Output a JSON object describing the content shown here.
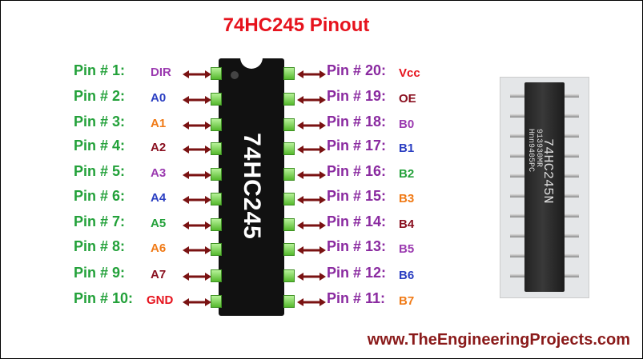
{
  "title": "74HC245 Pinout",
  "chip_label": "74HC245",
  "left_pins": [
    {
      "label": "Pin # 1:",
      "fn": "DIR",
      "color": "#9b3ab0"
    },
    {
      "label": "Pin # 2:",
      "fn": "A0",
      "color": "#2b3fc2"
    },
    {
      "label": "Pin # 3:",
      "fn": "A1",
      "color": "#f07a16"
    },
    {
      "label": "Pin # 4:",
      "fn": "A2",
      "color": "#8a1020"
    },
    {
      "label": "Pin # 5:",
      "fn": "A3",
      "color": "#9b3ab0"
    },
    {
      "label": "Pin # 6:",
      "fn": "A4",
      "color": "#2b3fc2"
    },
    {
      "label": "Pin # 7:",
      "fn": "A5",
      "color": "#23a13a"
    },
    {
      "label": "Pin # 8:",
      "fn": "A6",
      "color": "#f07a16"
    },
    {
      "label": "Pin # 9:",
      "fn": "A7",
      "color": "#8a1020"
    },
    {
      "label": "Pin # 10:",
      "fn": "GND",
      "color": "#e6131d"
    }
  ],
  "right_pins": [
    {
      "label": "Pin # 20:",
      "fn": "Vcc",
      "color": "#e6131d"
    },
    {
      "label": "Pin # 19:",
      "fn": "OE",
      "color": "#8a1020"
    },
    {
      "label": "Pin # 18:",
      "fn": "B0",
      "color": "#9b3ab0"
    },
    {
      "label": "Pin # 17:",
      "fn": "B1",
      "color": "#2b3fc2"
    },
    {
      "label": "Pin # 16:",
      "fn": "B2",
      "color": "#23a13a"
    },
    {
      "label": "Pin # 15:",
      "fn": "B3",
      "color": "#f07a16"
    },
    {
      "label": "Pin # 14:",
      "fn": "B4",
      "color": "#8a1020"
    },
    {
      "label": "Pin # 13:",
      "fn": "B5",
      "color": "#9b3ab0"
    },
    {
      "label": "Pin # 12:",
      "fn": "B6",
      "color": "#2b3fc2"
    },
    {
      "label": "Pin # 11:",
      "fn": "B7",
      "color": "#f07a16"
    }
  ],
  "colors": {
    "title": "#e6131d",
    "pin_label_left": "#23a13a",
    "pin_label_right": "#8a2aa0",
    "arrow": "#7a1212",
    "footer": "#8a1a1a"
  },
  "photo": {
    "line1": "74HC245N",
    "line2": "913930MR",
    "line3": "Hnn9405PC"
  },
  "footer": "www.TheEngineeringProjects.com"
}
